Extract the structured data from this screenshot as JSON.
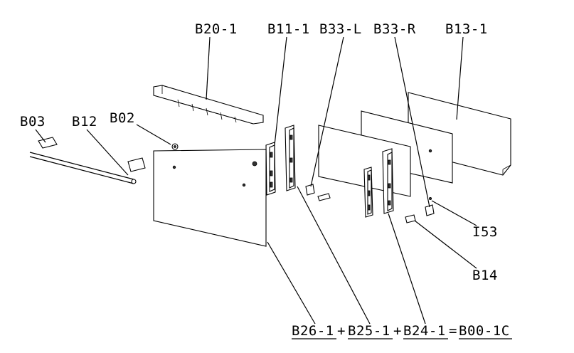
{
  "labels": {
    "b20": "B20-1",
    "b11": "B11-1",
    "b33l": "B33-L",
    "b33r": "B33-R",
    "b13": "B13-1",
    "b03": "B03",
    "b12": "B12",
    "b02": "B02",
    "i53": "I53",
    "b14": "B14"
  },
  "formula": {
    "b26": "B26-1",
    "plus1": "+",
    "b25": "B25-1",
    "plus2": "+",
    "b24": "B24-1",
    "equals": "=",
    "result": "B00-1C"
  }
}
